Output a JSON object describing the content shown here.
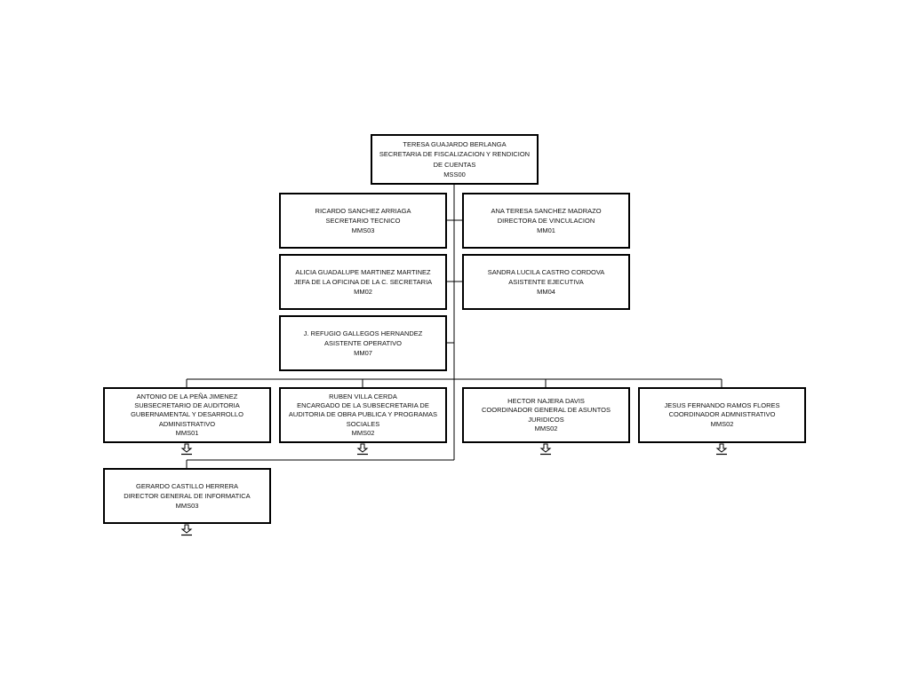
{
  "org_chart": {
    "root": {
      "name": "TERESA GUAJARDO BERLANGA",
      "title": "SECRETARIA DE FISCALIZACION Y RENDICION DE CUENTAS",
      "code": "MSS00"
    },
    "staff": [
      {
        "name": "RICARDO SANCHEZ ARRIAGA",
        "title": "SECRETARIO TECNICO",
        "code": "MMS03"
      },
      {
        "name": "ANA TERESA SANCHEZ MADRAZO",
        "title": "DIRECTORA DE VINCULACION",
        "code": "MM01"
      },
      {
        "name": "ALICIA GUADALUPE MARTINEZ MARTINEZ",
        "title": "JEFA DE LA OFICINA DE LA C. SECRETARIA",
        "code": "MM02"
      },
      {
        "name": "SANDRA LUCILA CASTRO CORDOVA",
        "title": "ASISTENTE EJECUTIVA",
        "code": "MM04"
      },
      {
        "name": "J. REFUGIO GALLEGOS HERNANDEZ",
        "title": "ASISTENTE OPERATIVO",
        "code": "MM07"
      }
    ],
    "units": [
      {
        "name": "ANTONIO DE LA PEÑA JIMENEZ",
        "title": "SUBSECRETARIO DE AUDITORIA GUBERNAMENTAL Y DESARROLLO ADMINISTRATIVO",
        "code": "MMS01"
      },
      {
        "name": "RUBEN VILLA CERDA",
        "title": "ENCARGADO DE LA SUBSECRETARIA DE AUDITORIA DE OBRA PUBLICA Y PROGRAMAS SOCIALES",
        "code": "MMS02"
      },
      {
        "name": "HECTOR NAJERA DAVIS",
        "title": "COORDINADOR GENERAL DE ASUNTOS JURIDICOS",
        "code": "MMS02"
      },
      {
        "name": "JESUS FERNANDO RAMOS FLORES",
        "title": "COORDINADOR ADMNISTRATIVO",
        "code": "MMS02"
      },
      {
        "name": "GERARDO CASTILLO HERRERA",
        "title": "DIRECTOR GENERAL DE INFORMATICA",
        "code": "MMS03"
      }
    ]
  },
  "icons": {
    "expand": "expand-arrow-icon"
  },
  "colors": {
    "line": "#000000",
    "box_border": "#000000",
    "background": "#ffffff"
  }
}
